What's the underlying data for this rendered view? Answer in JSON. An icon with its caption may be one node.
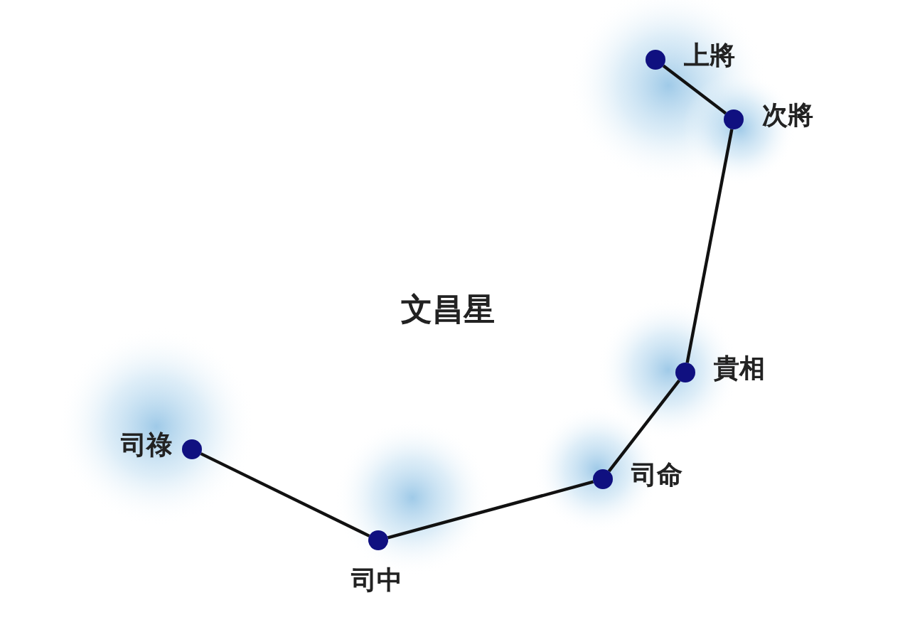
{
  "diagram": {
    "nodes": [
      {
        "text": [],
        "shape": "circle",
        "beside": [
          "上將"
        ]
      },
      {
        "text": [],
        "shape": "circle",
        "beside": [
          "次將"
        ]
      },
      {
        "text": [],
        "shape": "circle",
        "beside": [
          "貴相"
        ]
      },
      {
        "text": [],
        "shape": "circle",
        "beside": [
          "司祿"
        ]
      },
      {
        "text": [],
        "shape": "circle",
        "beside": [
          "司命"
        ]
      },
      {
        "text": [],
        "shape": "circle",
        "beside": [
          "司中"
        ]
      }
    ],
    "edges": [
      {
        "from": 0,
        "to": 1,
        "arrow": "none"
      },
      {
        "from": 1,
        "to": 2,
        "arrow": "none"
      },
      {
        "from": 2,
        "to": 4,
        "arrow": "none"
      },
      {
        "from": 4,
        "to": 5,
        "arrow": "none"
      },
      {
        "from": 5,
        "to": 3,
        "arrow": "none"
      }
    ],
    "labels": [
      "文昌星"
    ]
  }
}
